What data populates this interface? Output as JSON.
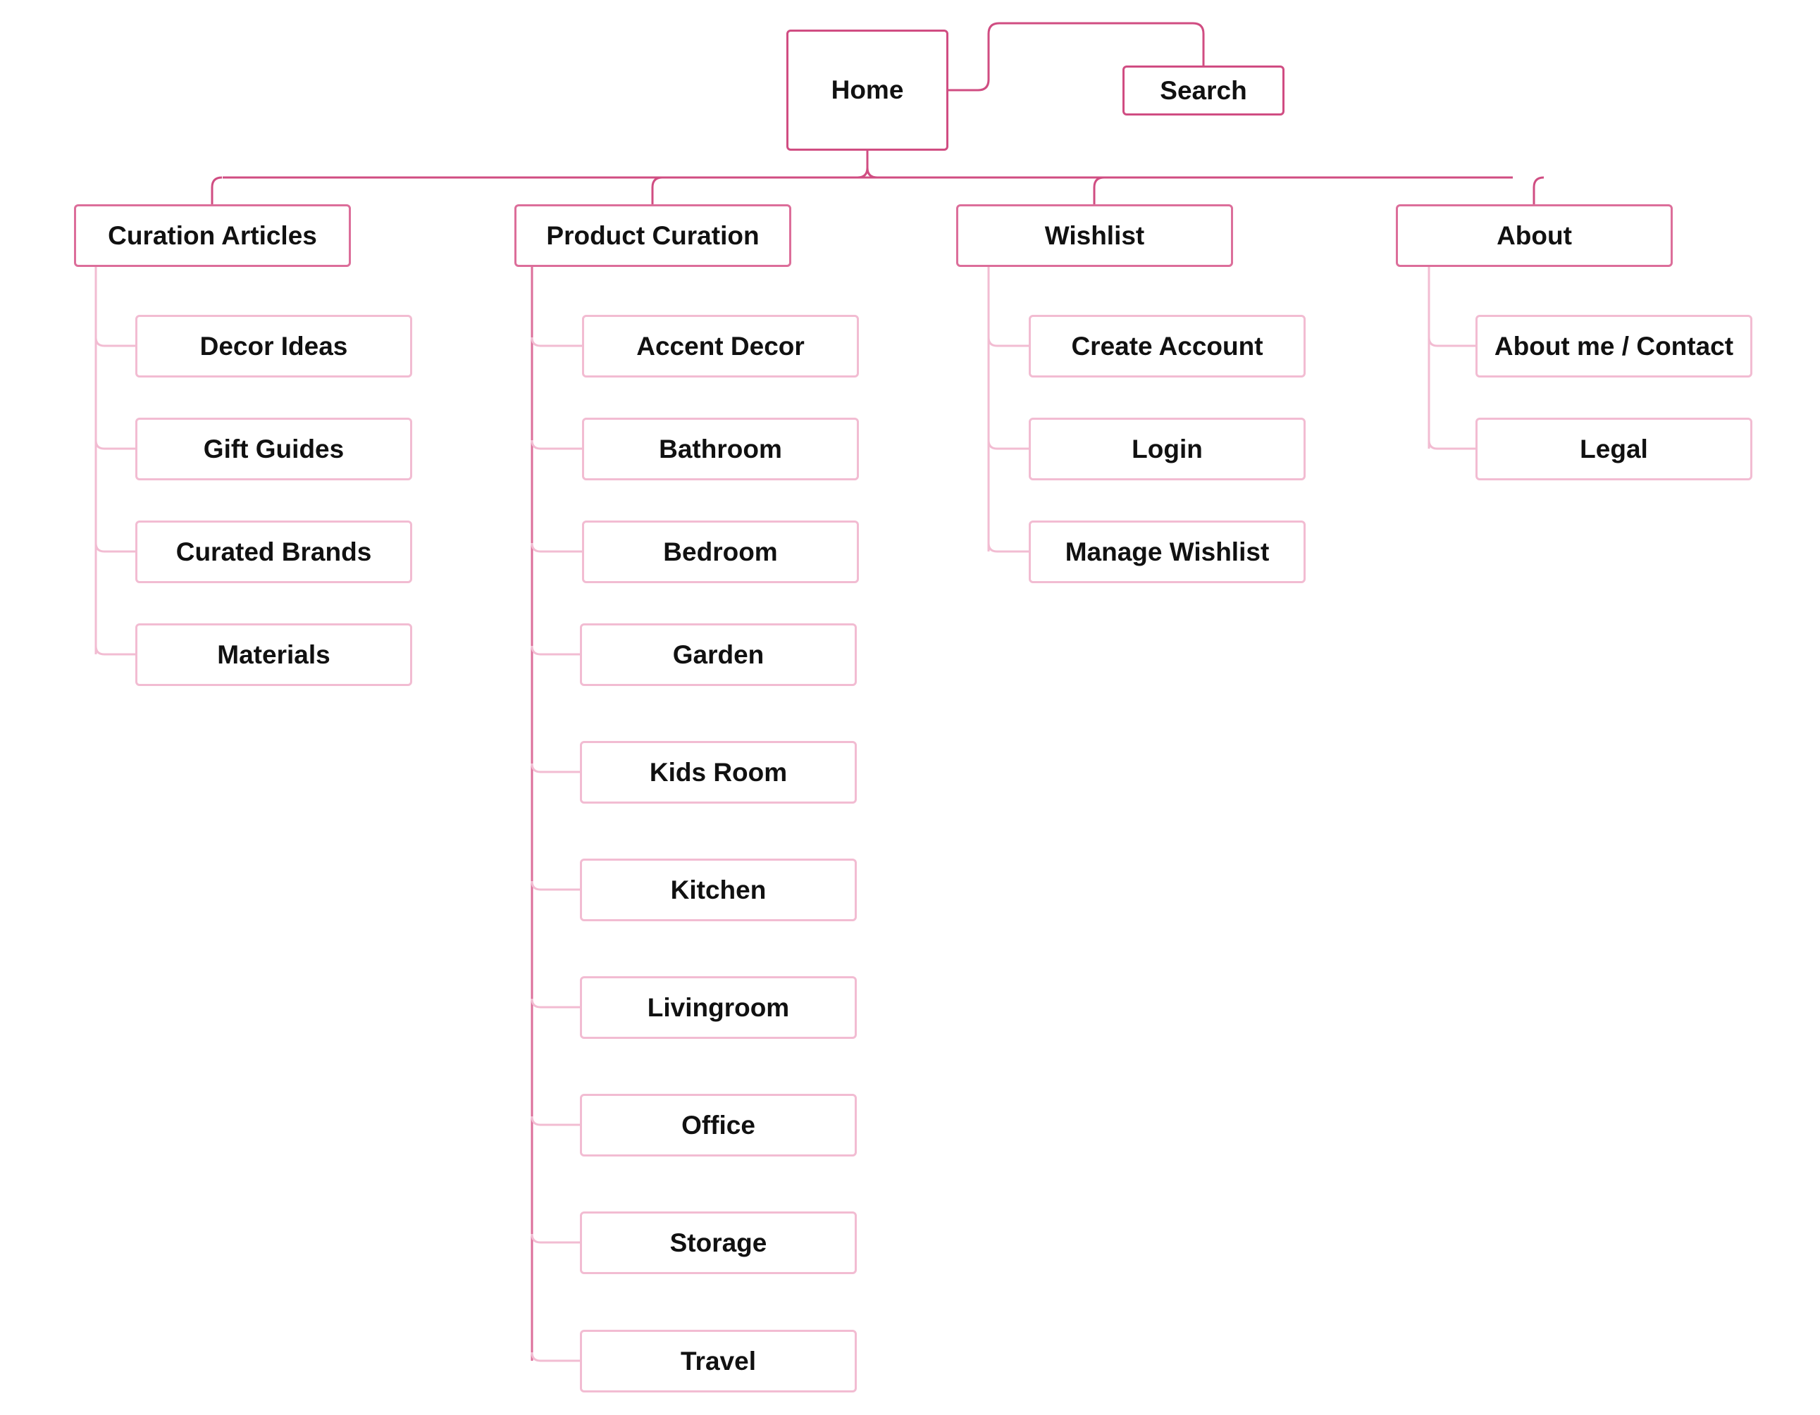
{
  "colors": {
    "primary": "#d04d82",
    "secondary": "#dc6e9a",
    "light": "#f2bcd2",
    "text": "#111111"
  },
  "home": {
    "label": "Home"
  },
  "search": {
    "label": "Search"
  },
  "sections": [
    {
      "key": "curation-articles",
      "label": "Curation Articles",
      "children": [
        "Decor Ideas",
        "Gift Guides",
        "Curated Brands",
        "Materials"
      ]
    },
    {
      "key": "product-curation",
      "label": "Product Curation",
      "children": [
        "Accent Decor",
        "Bathroom",
        "Bedroom",
        "Garden",
        "Kids Room",
        "Kitchen",
        "Livingroom",
        "Office",
        "Storage",
        "Travel"
      ]
    },
    {
      "key": "wishlist",
      "label": "Wishlist",
      "children": [
        "Create Account",
        "Login",
        "Manage Wishlist"
      ]
    },
    {
      "key": "about",
      "label": "About",
      "children": [
        "About me / Contact",
        "Legal"
      ]
    }
  ]
}
